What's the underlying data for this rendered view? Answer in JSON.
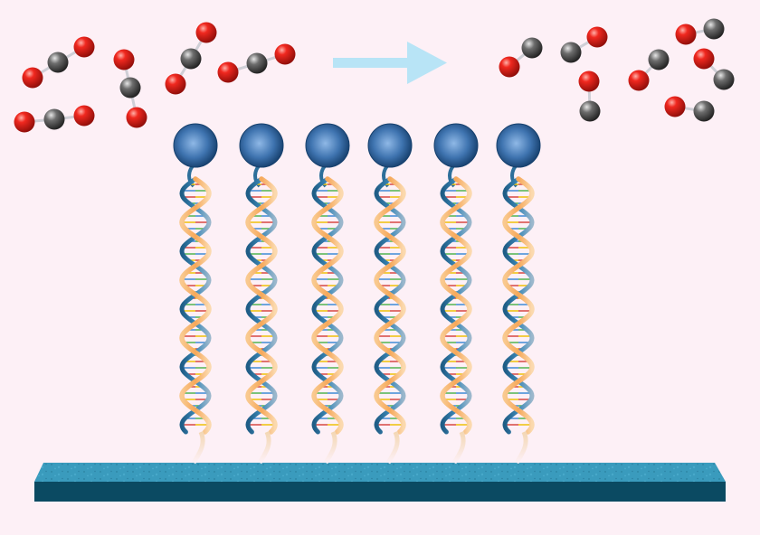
{
  "diagram": {
    "background_color": "#fdf0f6",
    "surface": {
      "name": "substrate-slab",
      "top_color": "#3a9bbd",
      "side_color": "#0b4a62"
    },
    "strands": {
      "count": 6,
      "head_color": "#2f6aa8",
      "backbone_front_color": "#f6a85a",
      "backbone_back_color": "#2d6f9a",
      "base_pair_colors": [
        "#d9534f",
        "#5cb85c",
        "#f0c419",
        "#4a90d9"
      ]
    },
    "arrow": {
      "direction": "right",
      "color": "#b8e4f6"
    },
    "molecules": {
      "oxygen_color": "#e3201b",
      "carbon_color": "#555555",
      "reactants": [
        {
          "kind": "CO2",
          "atoms": [
            "O",
            "C",
            "O"
          ]
        },
        {
          "kind": "CO2",
          "atoms": [
            "O",
            "C",
            "O"
          ]
        },
        {
          "kind": "CO2",
          "atoms": [
            "O",
            "C",
            "O"
          ]
        },
        {
          "kind": "CO2",
          "atoms": [
            "O",
            "C",
            "O"
          ]
        },
        {
          "kind": "CO2",
          "atoms": [
            "O",
            "C",
            "O"
          ]
        }
      ],
      "products": [
        {
          "kind": "CO",
          "atoms": [
            "O",
            "C"
          ]
        },
        {
          "kind": "CO",
          "atoms": [
            "C",
            "O"
          ]
        },
        {
          "kind": "CO",
          "atoms": [
            "O",
            "C"
          ]
        },
        {
          "kind": "CO",
          "atoms": [
            "O",
            "C"
          ]
        },
        {
          "kind": "CO",
          "atoms": [
            "O",
            "C"
          ]
        },
        {
          "kind": "CO",
          "atoms": [
            "O",
            "C"
          ]
        },
        {
          "kind": "CO",
          "atoms": [
            "O",
            "C"
          ]
        }
      ]
    }
  }
}
